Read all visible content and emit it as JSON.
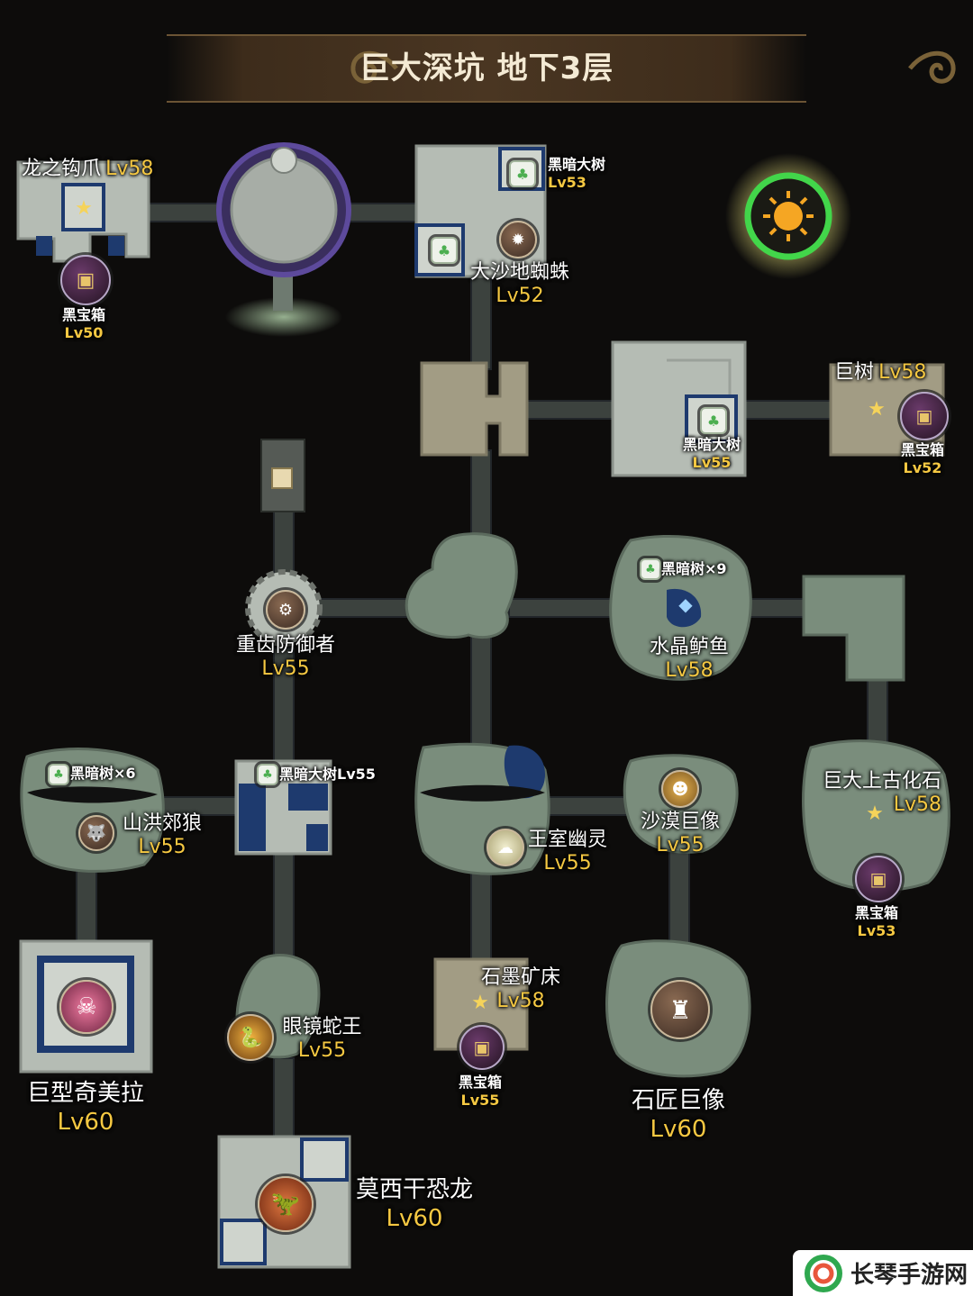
{
  "title": "巨大深坑  地下3层",
  "watermark": "长琴手游网",
  "rooms": [
    {
      "id": "dragon-claw",
      "name": "龙之钩爪",
      "lv": "Lv58"
    },
    {
      "id": "chest-50",
      "name": "黑宝箱",
      "lv": "Lv50"
    },
    {
      "id": "dark-tree-53",
      "name": "黑暗大树",
      "lv": "Lv53"
    },
    {
      "id": "sand-spider",
      "name": "大沙地蜘蛛",
      "lv": "Lv52"
    },
    {
      "id": "giant-tree",
      "name": "巨树",
      "lv": "Lv58"
    },
    {
      "id": "dark-tree-55a",
      "name": "黑暗大树",
      "lv": "Lv55"
    },
    {
      "id": "chest-52",
      "name": "黑宝箱",
      "lv": "Lv52"
    },
    {
      "id": "gear-defender",
      "name": "重齿防御者",
      "lv": "Lv55"
    },
    {
      "id": "dark-tree-x9",
      "name": "黑暗树×9",
      "lv": ""
    },
    {
      "id": "crystal-bass",
      "name": "水晶鲈鱼",
      "lv": "Lv58"
    },
    {
      "id": "dark-tree-x6",
      "name": "黑暗树×6",
      "lv": ""
    },
    {
      "id": "flood-wolf",
      "name": "山洪郊狼",
      "lv": "Lv55"
    },
    {
      "id": "dark-tree-55b",
      "name": "黑暗大树Lv55",
      "lv": ""
    },
    {
      "id": "royal-ghost",
      "name": "王室幽灵",
      "lv": "Lv55"
    },
    {
      "id": "desert-statue",
      "name": "沙漠巨像",
      "lv": "Lv55"
    },
    {
      "id": "ancient-fossil",
      "name": "巨大上古化石",
      "lv": "Lv58"
    },
    {
      "id": "chest-53",
      "name": "黑宝箱",
      "lv": "Lv53"
    },
    {
      "id": "giant-chimera",
      "name": "巨型奇美拉",
      "lv": "Lv60"
    },
    {
      "id": "cobra-king",
      "name": "眼镜蛇王",
      "lv": "Lv55"
    },
    {
      "id": "graphite-bed",
      "name": "石墨矿床",
      "lv": "Lv58"
    },
    {
      "id": "chest-55",
      "name": "黑宝箱",
      "lv": "Lv55"
    },
    {
      "id": "mason-statue",
      "name": "石匠巨像",
      "lv": "Lv60"
    },
    {
      "id": "mosi-dino",
      "name": "莫西干恐龙",
      "lv": "Lv60"
    }
  ],
  "colors": {
    "name": "#ffffff",
    "level": "#f5c842",
    "stone": "#b5bcb4",
    "cave": "#7a8d7c",
    "sand": "#a29c84",
    "water": "#1e3a6e",
    "path": "#3e4440"
  }
}
